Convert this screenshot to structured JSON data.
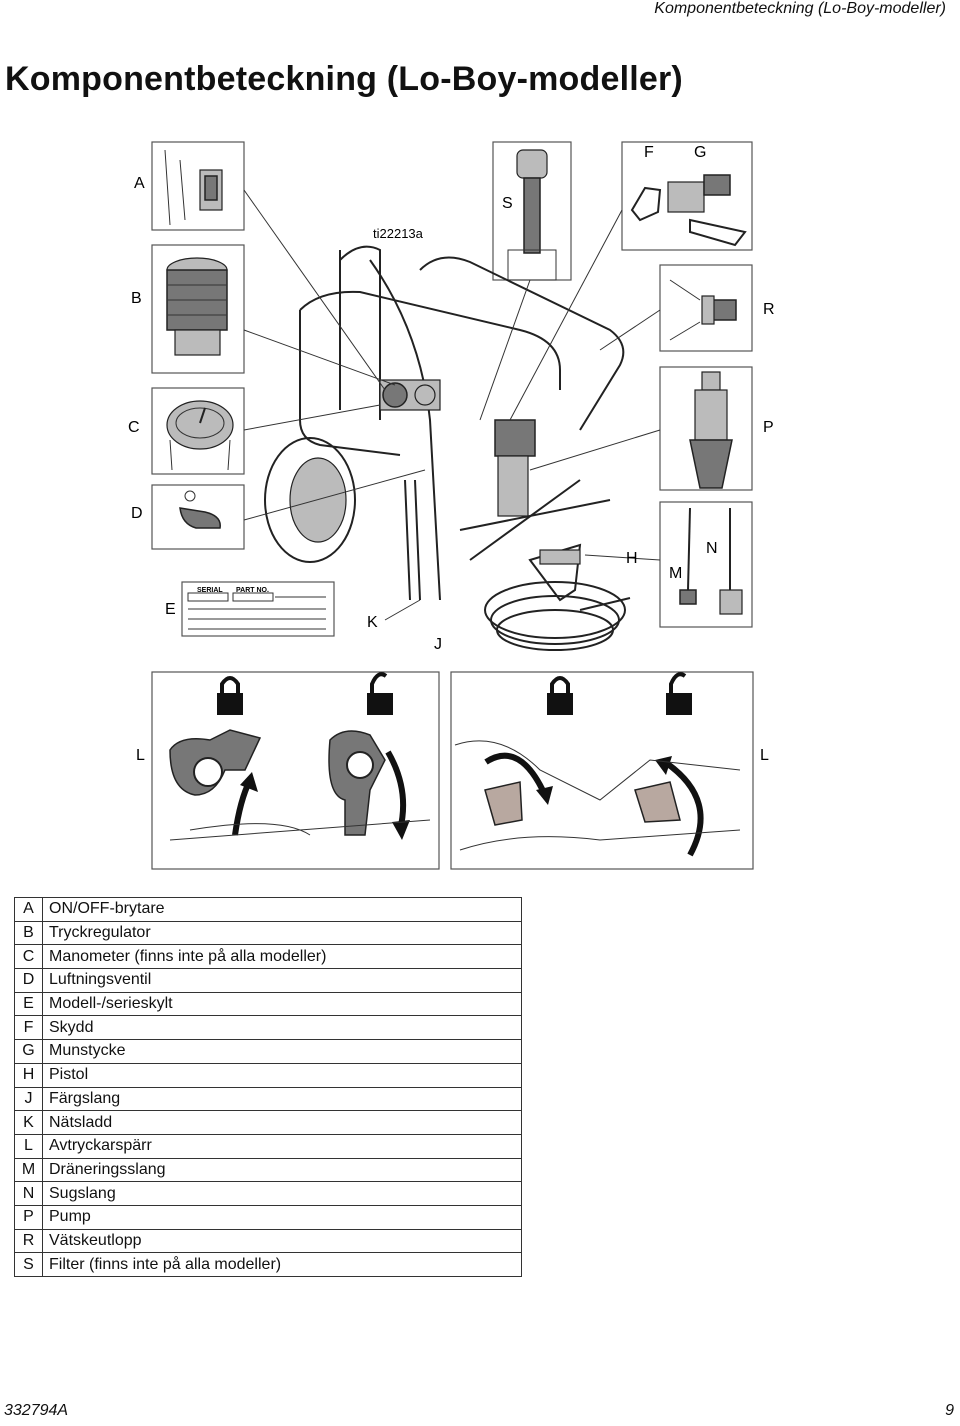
{
  "header": {
    "running_title": "Komponentbeteckning (Lo-Boy-modeller)"
  },
  "title": "Komponentbeteckning (Lo-Boy-modeller)",
  "figure": {
    "id": "ti22213a",
    "callouts": {
      "A": "A",
      "B": "B",
      "C": "C",
      "D": "D",
      "E": "E",
      "F": "F",
      "G": "G",
      "H": "H",
      "J": "J",
      "K": "K",
      "L": "L",
      "M": "M",
      "N": "N",
      "P": "P",
      "R": "R",
      "S": "S"
    },
    "plate_serial": "SERIAL",
    "plate_part": "PART NO."
  },
  "legend": [
    {
      "key": "A",
      "label": "ON/OFF-brytare"
    },
    {
      "key": "B",
      "label": "Tryckregulator"
    },
    {
      "key": "C",
      "label": "Manometer (finns inte på alla modeller)"
    },
    {
      "key": "D",
      "label": "Luftningsventil"
    },
    {
      "key": "E",
      "label": "Modell-/serieskylt"
    },
    {
      "key": "F",
      "label": "Skydd"
    },
    {
      "key": "G",
      "label": "Munstycke"
    },
    {
      "key": "H",
      "label": "Pistol"
    },
    {
      "key": "J",
      "label": "Färgslang"
    },
    {
      "key": "K",
      "label": "Nätsladd"
    },
    {
      "key": "L",
      "label": "Avtryckarspärr"
    },
    {
      "key": "M",
      "label": "Dräneringsslang"
    },
    {
      "key": "N",
      "label": "Sugslang"
    },
    {
      "key": "P",
      "label": "Pump"
    },
    {
      "key": "R",
      "label": "Vätskeutlopp"
    },
    {
      "key": "S",
      "label": "Filter (finns inte på alla modeller)"
    }
  ],
  "footer": {
    "doc_number": "332794A",
    "page_number": "9"
  }
}
